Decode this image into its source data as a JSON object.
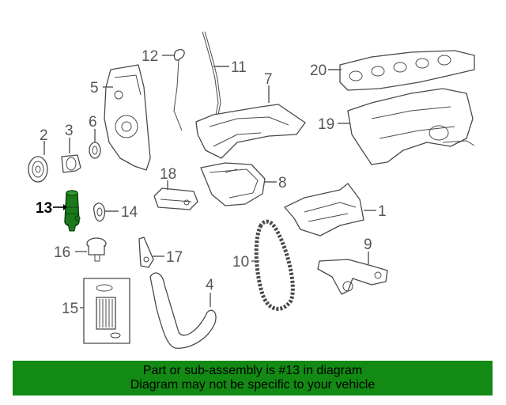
{
  "diagram": {
    "callouts": {
      "c1": "1",
      "c2": "2",
      "c3": "3",
      "c4": "4",
      "c5": "5",
      "c6": "6",
      "c7": "7",
      "c8": "8",
      "c9": "9",
      "c10": "10",
      "c11": "11",
      "c12": "12",
      "c13": "13",
      "c14": "14",
      "c15": "15",
      "c16": "16",
      "c17": "17",
      "c18": "18",
      "c19": "19",
      "c20": "20"
    },
    "highlighted_part": "13",
    "highlight_color": "#1a7a1a"
  },
  "banner": {
    "line1": "Part or sub-assembly is #13 in diagram",
    "line2": "Diagram may not be specific to your vehicle",
    "background": "#138a13"
  }
}
